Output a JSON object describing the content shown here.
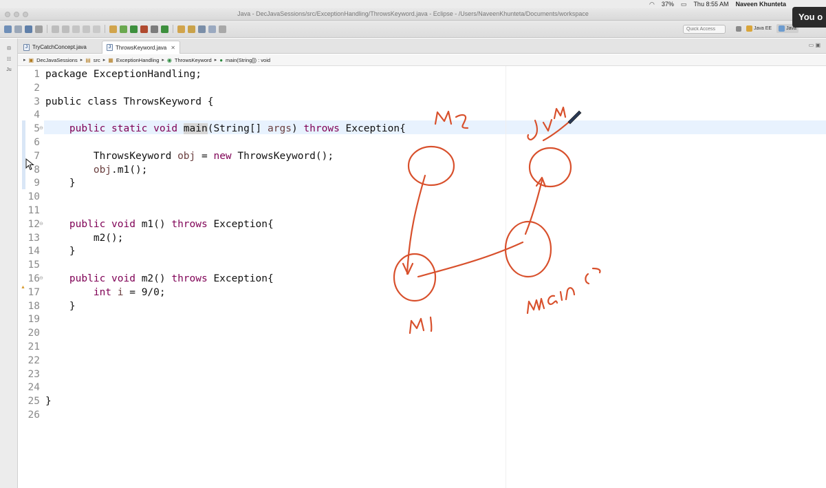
{
  "menubar": {
    "battery": "37%",
    "clock": "Thu 8:55 AM",
    "user": "Naveen Khunteta"
  },
  "window": {
    "title": "Java - DecJavaSessions/src/ExceptionHandling/ThrowsKeyword.java - Eclipse - /Users/NaveenKhunteta/Documents/workspace"
  },
  "toolbar": {
    "quick_access_placeholder": "Quick Access",
    "perspectives": [
      {
        "label": "Java EE",
        "active": false
      },
      {
        "label": "Java",
        "active": true
      }
    ]
  },
  "tabs": [
    {
      "label": "TryCatchConcept.java",
      "active": false
    },
    {
      "label": "ThrowsKeyword.java",
      "active": true,
      "close": "✕"
    }
  ],
  "breadcrumb": {
    "items": [
      "DecJavaSessions",
      "src",
      "ExceptionHandling",
      "ThrowsKeyword",
      "main(String[]) : void"
    ]
  },
  "editor": {
    "line_numbers": [
      "1",
      "2",
      "3",
      "4",
      "5",
      "6",
      "7",
      "8",
      "9",
      "10",
      "11",
      "12",
      "13",
      "14",
      "15",
      "16",
      "17",
      "18",
      "19",
      "20",
      "21",
      "22",
      "23",
      "24",
      "25",
      "26"
    ],
    "current_line": 5,
    "lines": [
      {
        "n": 1,
        "parts": [
          {
            "t": "package ",
            "c": "plain"
          },
          {
            "t": "ExceptionHandling;",
            "c": "plain"
          }
        ]
      },
      {
        "n": 2,
        "parts": []
      },
      {
        "n": 3,
        "parts": [
          {
            "t": "public class ",
            "c": "plain"
          },
          {
            "t": "ThrowsKeyword {",
            "c": "plain"
          }
        ]
      },
      {
        "n": 4,
        "parts": []
      },
      {
        "n": 5,
        "parts": [
          {
            "t": "    public static void ",
            "c": "kw"
          },
          {
            "t": "main",
            "c": "hl"
          },
          {
            "t": "(String[] ",
            "c": "plain"
          },
          {
            "t": "args",
            "c": "var"
          },
          {
            "t": ") ",
            "c": "plain"
          },
          {
            "t": "throws ",
            "c": "kw"
          },
          {
            "t": "Exception{",
            "c": "plain"
          }
        ]
      },
      {
        "n": 6,
        "parts": []
      },
      {
        "n": 7,
        "parts": [
          {
            "t": "        ThrowsKeyword ",
            "c": "plain"
          },
          {
            "t": "obj",
            "c": "var"
          },
          {
            "t": " = ",
            "c": "plain"
          },
          {
            "t": "new ",
            "c": "kw"
          },
          {
            "t": "ThrowsKeyword();",
            "c": "plain"
          }
        ]
      },
      {
        "n": 8,
        "parts": [
          {
            "t": "        ",
            "c": "plain"
          },
          {
            "t": "obj",
            "c": "var"
          },
          {
            "t": ".m1();",
            "c": "plain"
          }
        ]
      },
      {
        "n": 9,
        "parts": [
          {
            "t": "    }",
            "c": "plain"
          }
        ]
      },
      {
        "n": 10,
        "parts": []
      },
      {
        "n": 11,
        "parts": []
      },
      {
        "n": 12,
        "parts": [
          {
            "t": "    public void ",
            "c": "kw"
          },
          {
            "t": "m1() ",
            "c": "plain"
          },
          {
            "t": "throws ",
            "c": "kw"
          },
          {
            "t": "Exception{",
            "c": "plain"
          }
        ]
      },
      {
        "n": 13,
        "parts": [
          {
            "t": "        m2();",
            "c": "plain"
          }
        ]
      },
      {
        "n": 14,
        "parts": [
          {
            "t": "    }",
            "c": "plain"
          }
        ]
      },
      {
        "n": 15,
        "parts": []
      },
      {
        "n": 16,
        "parts": [
          {
            "t": "    public void ",
            "c": "kw"
          },
          {
            "t": "m2() ",
            "c": "plain"
          },
          {
            "t": "throws ",
            "c": "kw"
          },
          {
            "t": "Exception{",
            "c": "plain"
          }
        ]
      },
      {
        "n": 17,
        "parts": [
          {
            "t": "        int ",
            "c": "kw"
          },
          {
            "t": "i",
            "c": "var"
          },
          {
            "t": " = 9/0;",
            "c": "plain"
          }
        ]
      },
      {
        "n": 18,
        "parts": [
          {
            "t": "    }",
            "c": "plain"
          }
        ]
      },
      {
        "n": 19,
        "parts": []
      },
      {
        "n": 20,
        "parts": []
      },
      {
        "n": 21,
        "parts": []
      },
      {
        "n": 22,
        "parts": []
      },
      {
        "n": 23,
        "parts": []
      },
      {
        "n": 24,
        "parts": []
      },
      {
        "n": 25,
        "parts": [
          {
            "t": "}",
            "c": "plain"
          }
        ]
      },
      {
        "n": 26,
        "parts": []
      }
    ]
  },
  "annotations": {
    "labels": [
      "M2",
      "JVM",
      "main()",
      "M1"
    ],
    "color": "#d8502c"
  },
  "overlay": {
    "text": "You o"
  },
  "colors": {
    "keyword": "#7f0055",
    "variable": "#6a3e3e",
    "current_line": "#e8f2fe",
    "ink": "#d8502c"
  }
}
